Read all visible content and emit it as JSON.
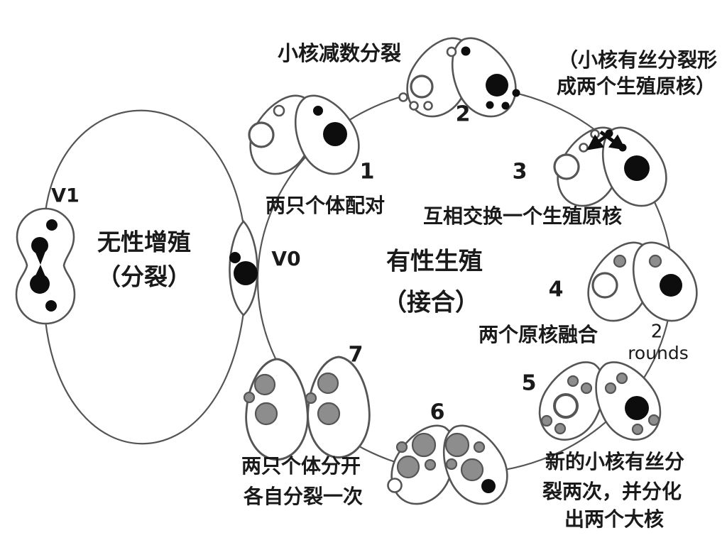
{
  "figure": {
    "background": "#ffffff",
    "line_color": "#555555",
    "nucleus_gray": "#8d8d8d",
    "nucleus_black": "#0d0d0d",
    "text_color": "#1a1a1a"
  },
  "cycles": {
    "asexual": {
      "title_line1": "无性增殖",
      "title_line2": "（分裂）",
      "dividing_cell_label": "V1",
      "shared_cell_label": "V0"
    },
    "sexual": {
      "title_line1": "有性生殖",
      "title_line2": "（接合）"
    }
  },
  "stage_numbers": [
    "1",
    "2",
    "3",
    "4",
    "5",
    "6",
    "7"
  ],
  "annotations": {
    "meiosis": "小核减数分裂",
    "mitosis_note_line1": "（小核有丝分裂形",
    "mitosis_note_line2": "成两个生殖原核）",
    "pairing": "两只个体配对",
    "exchange": "互相交换一个生殖原核",
    "fusion": "两个原核融合",
    "rounds_value": "2",
    "rounds_word": "rounds",
    "division_note_line1": "新的小核有丝分",
    "division_note_line2": "裂两次，并分化",
    "division_note_line3": "出两个大核",
    "separation_line1": "两只个体分开",
    "separation_line2": "各自分裂一次"
  }
}
